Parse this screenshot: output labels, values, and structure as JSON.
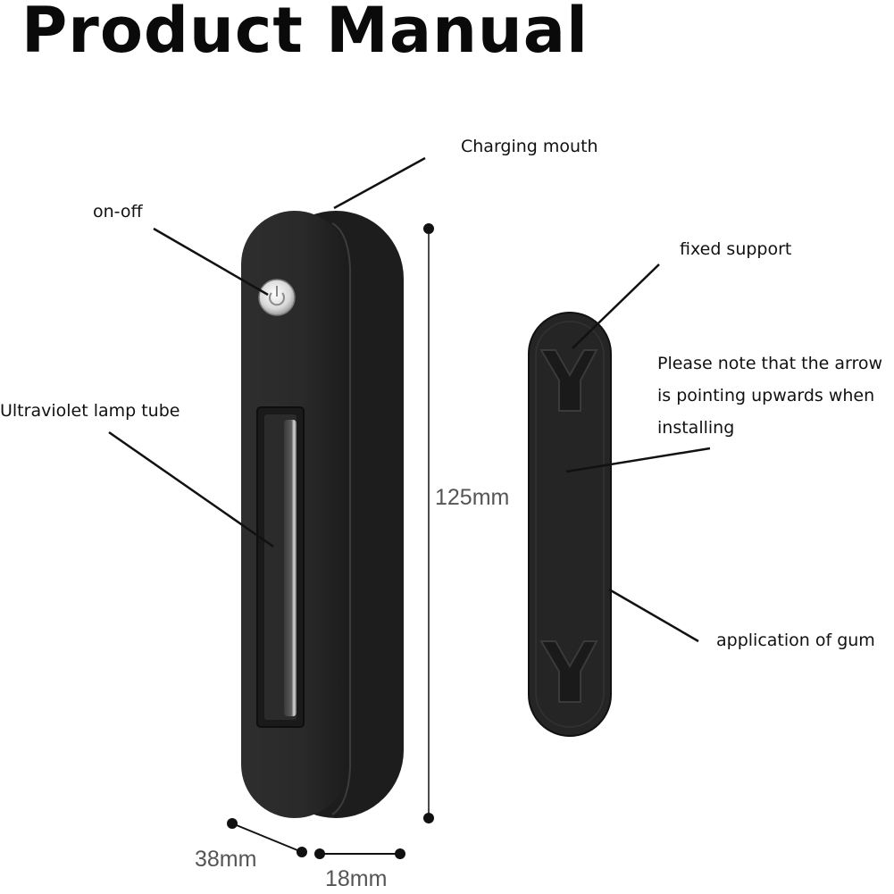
{
  "title": "Product Manual",
  "callouts": {
    "charging_mouth": "Charging mouth",
    "on_off": "on-off",
    "lamp_tube": "Ultraviolet lamp tube",
    "fixed_support": "fixed support",
    "arrow_note": [
      "Please note that the arrow",
      "is pointing upwards when",
      "installing"
    ],
    "application_gum": "application of gum"
  },
  "dimensions": {
    "height": "125mm",
    "width": "38mm",
    "depth": "18mm"
  },
  "colors": {
    "device_body": "#2a2a2a",
    "device_side": "#1e1e1e",
    "bracket": "#262626",
    "dimension_line": "#111111",
    "dimension_text": "#555555"
  },
  "icons": {
    "power_button": "power-icon"
  }
}
